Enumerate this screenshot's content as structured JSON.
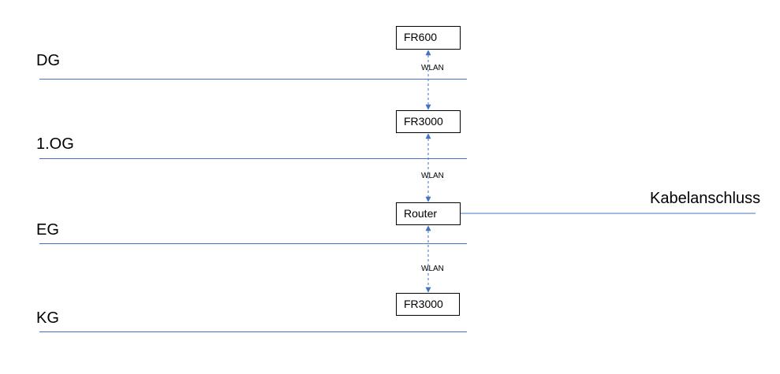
{
  "floors": [
    {
      "label": "DG"
    },
    {
      "label": "1.OG"
    },
    {
      "label": "EG"
    },
    {
      "label": "KG"
    }
  ],
  "devices": [
    {
      "label": "FR600"
    },
    {
      "label": "FR3000"
    },
    {
      "label": "Router"
    },
    {
      "label": "FR3000"
    }
  ],
  "links": [
    {
      "label": "WLAN"
    },
    {
      "label": "WLAN"
    },
    {
      "label": "WLAN"
    }
  ],
  "connection": {
    "label": "Kabelanschluss"
  },
  "colors": {
    "line": "#4472c4",
    "box_border": "#000000",
    "text": "#000000"
  }
}
